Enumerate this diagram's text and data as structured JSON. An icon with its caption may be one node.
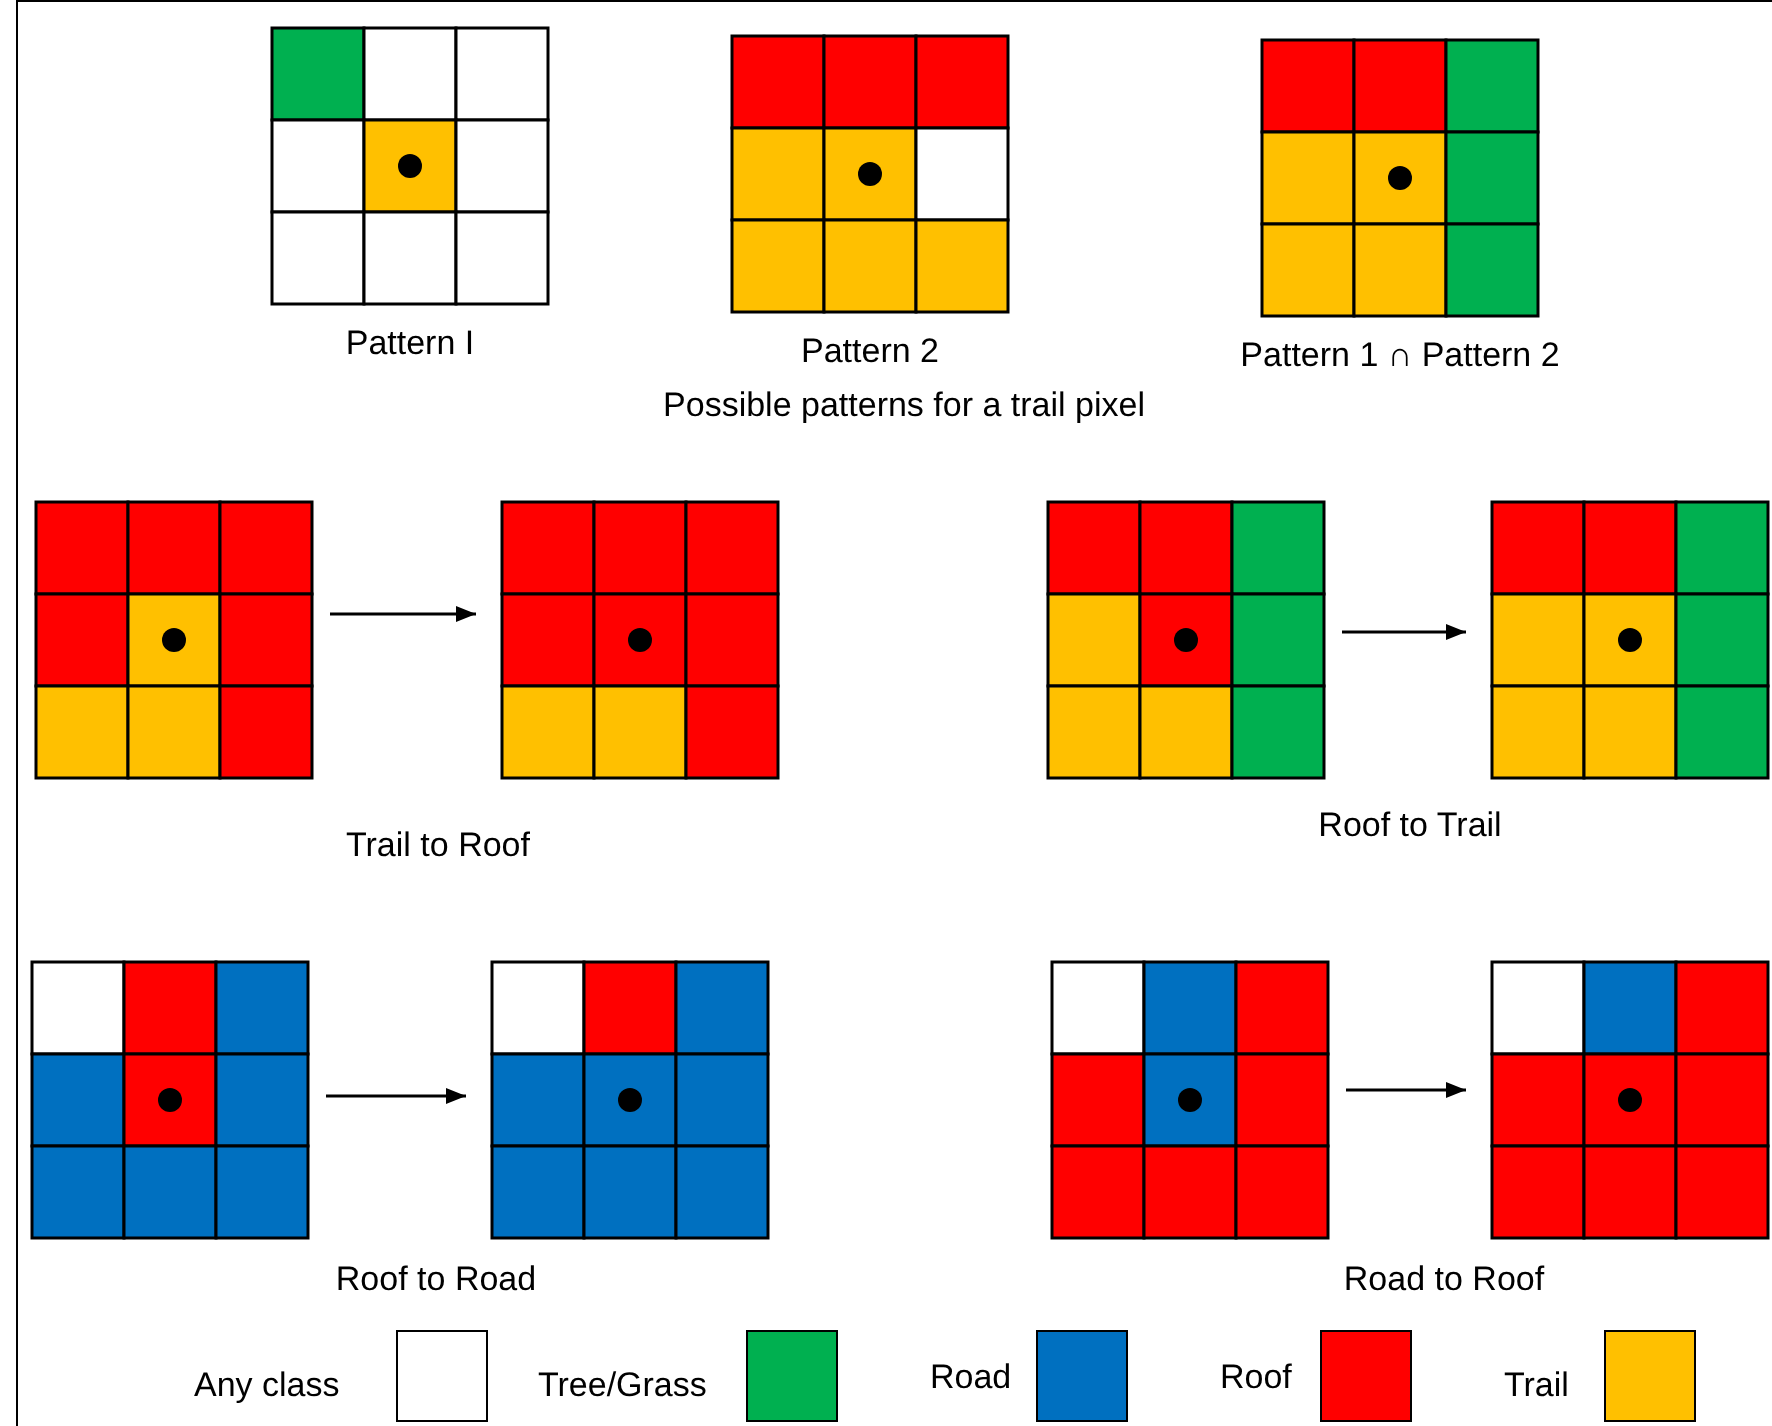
{
  "diagram": {
    "nodes": [
      {
        "text": [
          "Pattern I"
        ]
      },
      {
        "text": [
          "Pattern 2"
        ]
      },
      {
        "text": [
          "Pattern 1 ∩ Pattern 2"
        ]
      },
      {
        "text": [],
        "shape": "grid"
      },
      {
        "text": [],
        "shape": "grid"
      },
      {
        "text": [],
        "shape": "grid"
      },
      {
        "text": [],
        "shape": "grid"
      },
      {
        "text": [],
        "shape": "grid"
      },
      {
        "text": [],
        "shape": "grid"
      },
      {
        "text": [],
        "shape": "grid"
      },
      {
        "text": [],
        "shape": "grid"
      }
    ],
    "edges": [
      {
        "from": 3,
        "to": 4,
        "arrow": "to"
      },
      {
        "from": 5,
        "to": 6,
        "arrow": "to"
      },
      {
        "from": 7,
        "to": 8,
        "arrow": "to"
      },
      {
        "from": 9,
        "to": 10,
        "arrow": "to"
      }
    ],
    "labels": [
      "Possible patterns for a trail pixel",
      "Trail to Roof",
      "Roof to Trail",
      "Roof to Road",
      "Road to Roof"
    ],
    "legend": [
      {
        "text": "Any class",
        "color": "#ffffff"
      },
      {
        "text": "Tree/Grass",
        "color": "#00b050"
      },
      {
        "text": "Road",
        "color": "#0070c0"
      },
      {
        "text": "Roof",
        "color": "#ff0000"
      },
      {
        "text": "Trail",
        "color": "#ffc000"
      }
    ]
  }
}
